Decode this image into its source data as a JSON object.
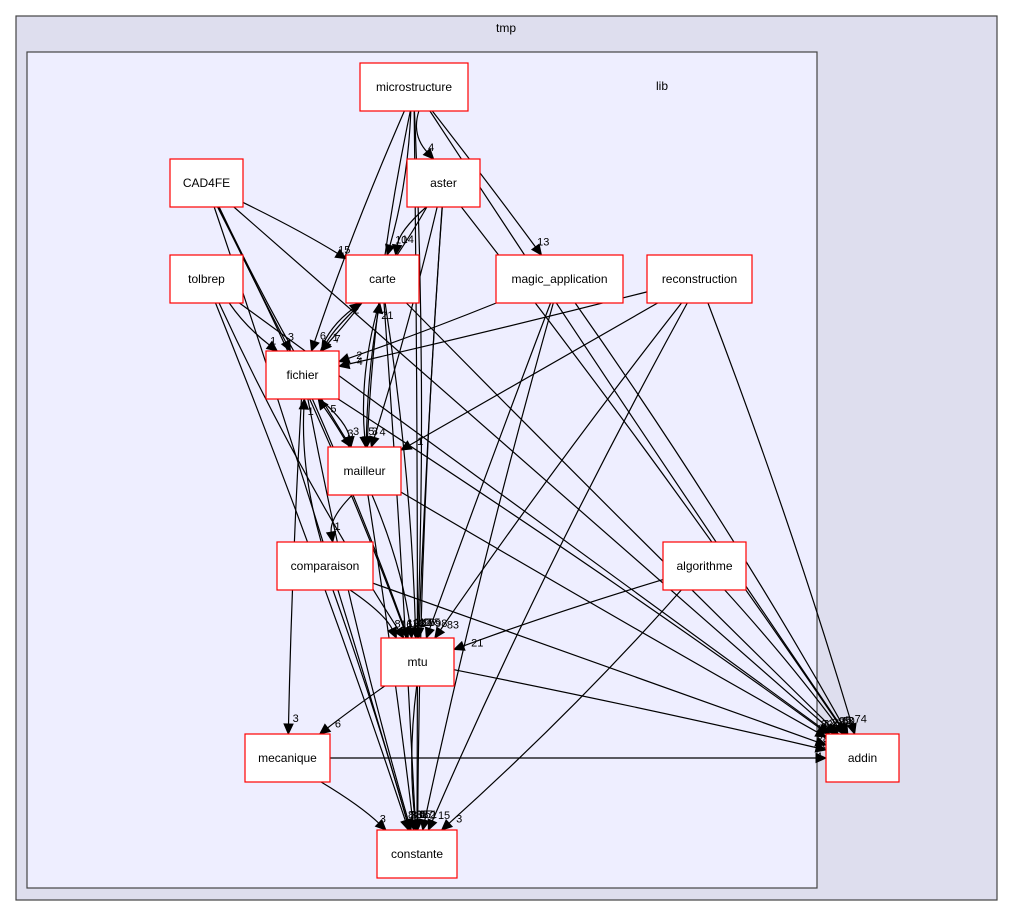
{
  "diagram": {
    "type": "directory-dependency-graph",
    "outer_cluster": {
      "label": "tmp",
      "fill": "#dedeee",
      "stroke": "#444444"
    },
    "inner_cluster": {
      "label": "lib",
      "fill": "#eeeeff",
      "stroke": "#444444"
    },
    "node_style": {
      "fill": "#ffffff",
      "stroke": "#ff0000"
    },
    "nodes": [
      {
        "id": "microstructure",
        "label": "microstructure"
      },
      {
        "id": "CAD4FE",
        "label": "CAD4FE"
      },
      {
        "id": "aster",
        "label": "aster"
      },
      {
        "id": "tolbrep",
        "label": "tolbrep"
      },
      {
        "id": "carte",
        "label": "carte"
      },
      {
        "id": "magic_application",
        "label": "magic_application"
      },
      {
        "id": "reconstruction",
        "label": "reconstruction"
      },
      {
        "id": "fichier",
        "label": "fichier"
      },
      {
        "id": "mailleur",
        "label": "mailleur"
      },
      {
        "id": "comparaison",
        "label": "comparaison"
      },
      {
        "id": "algorithme",
        "label": "algorithme"
      },
      {
        "id": "mtu",
        "label": "mtu"
      },
      {
        "id": "mecanique",
        "label": "mecanique"
      },
      {
        "id": "constante",
        "label": "constante"
      },
      {
        "id": "addin",
        "label": "addin"
      }
    ],
    "edges": [
      {
        "from": "microstructure",
        "to": "aster",
        "label": "4"
      },
      {
        "from": "microstructure",
        "to": "carte",
        "label": "10"
      },
      {
        "from": "microstructure",
        "to": "magic_application",
        "label": "13"
      },
      {
        "from": "microstructure",
        "to": "fichier",
        "label": "6"
      },
      {
        "from": "microstructure",
        "to": "mailleur",
        "label": "3"
      },
      {
        "from": "microstructure",
        "to": "mtu",
        "label": "105"
      },
      {
        "from": "microstructure",
        "to": "constante",
        "label": "17"
      },
      {
        "from": "microstructure",
        "to": "addin",
        "label": "60"
      },
      {
        "from": "aster",
        "to": "carte",
        "label": "14"
      },
      {
        "from": "aster",
        "to": "fichier",
        "label": "7"
      },
      {
        "from": "aster",
        "to": "mailleur",
        "label": "4"
      },
      {
        "from": "aster",
        "to": "mtu",
        "label": "26"
      },
      {
        "from": "aster",
        "to": "constante",
        "label": "2"
      },
      {
        "from": "aster",
        "to": "addin",
        "label": "13"
      },
      {
        "from": "CAD4FE",
        "to": "carte",
        "label": "15"
      },
      {
        "from": "CAD4FE",
        "to": "fichier",
        "label": "3"
      },
      {
        "from": "CAD4FE",
        "to": "mailleur",
        "label": "3"
      },
      {
        "from": "CAD4FE",
        "to": "mtu",
        "label": "128"
      },
      {
        "from": "CAD4FE",
        "to": "constante",
        "label": "28"
      },
      {
        "from": "CAD4FE",
        "to": "addin",
        "label": "26"
      },
      {
        "from": "tolbrep",
        "to": "fichier",
        "label": "1"
      },
      {
        "from": "tolbrep",
        "to": "mtu",
        "label": "16"
      },
      {
        "from": "tolbrep",
        "to": "constante",
        "label": "8"
      },
      {
        "from": "tolbrep",
        "to": "addin",
        "label": "7"
      },
      {
        "from": "carte",
        "to": "fichier",
        "label": "1"
      },
      {
        "from": "carte",
        "to": "mailleur",
        "label": "5"
      },
      {
        "from": "carte",
        "to": "mtu",
        "label": "17"
      },
      {
        "from": "carte",
        "to": "constante",
        "label": "6"
      },
      {
        "from": "carte",
        "to": "addin",
        "label": "28"
      },
      {
        "from": "fichier",
        "to": "carte",
        "label": "2"
      },
      {
        "from": "fichier",
        "to": "mailleur",
        "label": "3"
      },
      {
        "from": "fichier",
        "to": "mtu",
        "label": "102"
      },
      {
        "from": "fichier",
        "to": "mecanique",
        "label": "3"
      },
      {
        "from": "fichier",
        "to": "constante",
        "label": "8"
      },
      {
        "from": "fichier",
        "to": "addin",
        "label": "80"
      },
      {
        "from": "magic_application",
        "to": "fichier",
        "label": "2"
      },
      {
        "from": "magic_application",
        "to": "mtu",
        "label": "98"
      },
      {
        "from": "magic_application",
        "to": "constante",
        "label": "2"
      },
      {
        "from": "magic_application",
        "to": "addin",
        "label": "5"
      },
      {
        "from": "reconstruction",
        "to": "fichier",
        "label": "4"
      },
      {
        "from": "reconstruction",
        "to": "mailleur",
        "label": "1"
      },
      {
        "from": "reconstruction",
        "to": "mtu",
        "label": "83"
      },
      {
        "from": "reconstruction",
        "to": "constante",
        "label": "15"
      },
      {
        "from": "reconstruction",
        "to": "addin",
        "label": "74"
      },
      {
        "from": "mailleur",
        "to": "fichier",
        "label": "5"
      },
      {
        "from": "mailleur",
        "to": "carte",
        "label": "21"
      },
      {
        "from": "mailleur",
        "to": "comparaison",
        "label": "1"
      },
      {
        "from": "mailleur",
        "to": "mtu",
        "label": "112"
      },
      {
        "from": "mailleur",
        "to": "constante",
        "label": "38"
      },
      {
        "from": "mailleur",
        "to": "addin",
        "label": "60"
      },
      {
        "from": "comparaison",
        "to": "fichier",
        "label": "1"
      },
      {
        "from": "comparaison",
        "to": "mtu",
        "label": "8"
      },
      {
        "from": "comparaison",
        "to": "constante",
        "label": "2"
      },
      {
        "from": "comparaison",
        "to": "addin",
        "label": "28"
      },
      {
        "from": "algorithme",
        "to": "mtu",
        "label": "21"
      },
      {
        "from": "algorithme",
        "to": "constante",
        "label": "3"
      },
      {
        "from": "algorithme",
        "to": "addin",
        "label": "29"
      },
      {
        "from": "mtu",
        "to": "mecanique",
        "label": "6"
      },
      {
        "from": "mtu",
        "to": "constante",
        "label": "151"
      },
      {
        "from": "mtu",
        "to": "addin",
        "label": "26"
      },
      {
        "from": "mecanique",
        "to": "constante",
        "label": "3"
      },
      {
        "from": "mecanique",
        "to": "addin",
        "label": "4"
      }
    ]
  }
}
